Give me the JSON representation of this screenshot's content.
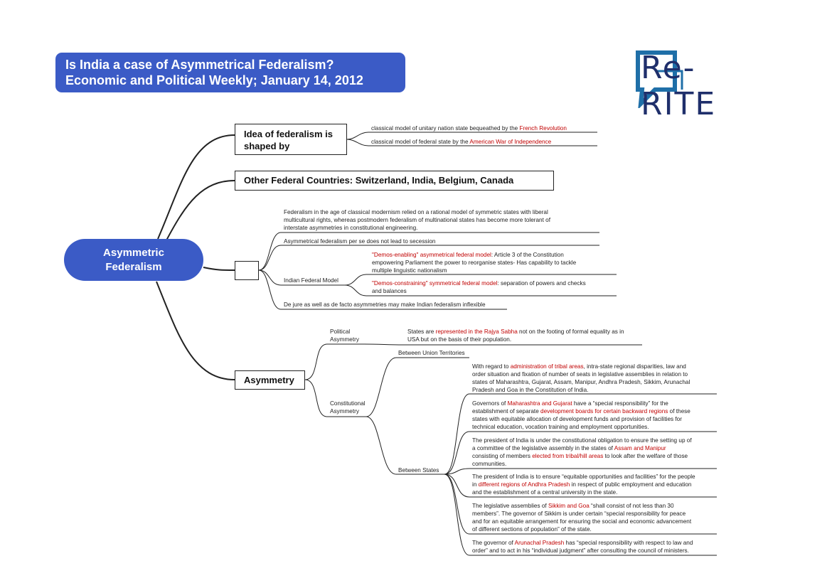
{
  "header": {
    "title_line1": "Is India a case of Asymmetrical Federalism?",
    "title_line2": "Economic and Political Weekly; January 14, 2012"
  },
  "logo": {
    "text": "Re-RITE",
    "color": "#1f2f6b",
    "bubble_color": "#1f6fa8"
  },
  "colors": {
    "accent": "#3b5bc6",
    "highlight": "#c00000"
  },
  "root": {
    "line1": "Asymmetric",
    "line2": "Federalism"
  },
  "branch1": {
    "label_line1": "Idea of federalism is",
    "label_line2": "shaped by",
    "items": [
      {
        "pre": "classical model of unitary nation state bequeathed by the ",
        "red": "French Revolution",
        "post": ""
      },
      {
        "pre": "classical model of federal state by the ",
        "red": "American War of Independence",
        "post": ""
      }
    ]
  },
  "branch2": {
    "label": "Other Federal Countries: Switzerland, India, Belgium, Canada"
  },
  "branch3": {
    "label": "",
    "item1_l1": "Federalism in the age of classical modernism relied on a rational model of symmetric states with liberal",
    "item1_l2": "multicultural rights, whereas postmodern federalism of multinational states has become more tolerant of",
    "item1_l3": "interstate asymmetries in constitutional engineering.",
    "item2": "Asymmetrical federalism per se does not lead to secession",
    "indian_model": "Indian Federal Model",
    "enabling_red": "\"Demos-enabling\" asymmetrical federal model",
    "enabling_l1": ": Article 3 of the Constitution",
    "enabling_l2": "empowering Parliament the power to reorganise states- Has capability to tackle",
    "enabling_l3": "multiple linguistic nationalism",
    "constraining_red": "\"Demos-constraining\" symmetrical federal model",
    "constraining_l1": ": separation of powers and checks",
    "constraining_l2": "and balances",
    "item4": "De jure as well as de facto asymmetries may make Indian federalism inflexible"
  },
  "branch4": {
    "label": "Asymmetry",
    "political": {
      "label_l1": "Political",
      "label_l2": "Asymmetry",
      "pre": "States are ",
      "red": "represented in the Rajya Sabha",
      "post": " not on the footing of formal equality as in",
      "l2": "USA but on the basis of their population."
    },
    "constitutional": {
      "label_l1": "Constitutional",
      "label_l2": "Asymmetry",
      "union_territories": "Between Union Territories",
      "between_states": "Between States"
    },
    "states": {
      "s1_pre": "With regard to ",
      "s1_red": "administration of tribal areas",
      "s1_post": ", intra-state regional disparities, law and",
      "s1_l2": "order situation and fixation of number of seats in legislative assemblies in relation to",
      "s1_l3": "states of Maharashtra, Gujarat, Assam, Manipur, Andhra Pradesh, Sikkim, Arunachal",
      "s1_l4": "Pradesh and Goa in the Constitution of India.",
      "s2_pre": "Governors of ",
      "s2_red": "Maharashtra and Gujarat",
      "s2_post": " have a “special responsibility” for the",
      "s2_l2_pre": "establishment of separate ",
      "s2_l2_red": "development boards for certain backward regions",
      "s2_l2_post": " of these",
      "s2_l3": "states with equitable allocation of development funds and provision of facilities for",
      "s2_l4": "technical education, vocation training and employment opportunities.",
      "s3_l1": "The president of India is under the constitutional obligation to ensure the setting up of",
      "s3_l2_pre": "a committee of the legislative assembly in the states of ",
      "s3_l2_red": "Assam and Manipur",
      "s3_l3_pre": "consisting of members ",
      "s3_l3_red": "elected from tribal/hill areas",
      "s3_l3_post": " to look after the welfare of those",
      "s3_l4": "communities.",
      "s4_l1": "The president of India is to ensure “equitable opportunities and facilities” for the people",
      "s4_l2_pre": "in ",
      "s4_l2_red": "different regions of Andhra Pradesh",
      "s4_l2_post": " in respect of public employment and education",
      "s4_l3": "and the establishment of a central university in the state.",
      "s5_pre": "The legislative assemblies of ",
      "s5_red": "Sikkim and Goa",
      "s5_post": " “shall consist of not less than 30",
      "s5_l2": "members”. The governor of Sikkim is under certain “special responsibility for peace",
      "s5_l3": "and for an equitable arrangement for ensuring the social and economic advancement",
      "s5_l4": "of different sections of population” of the state.",
      "s6_pre": "The governor of ",
      "s6_red": "Arunachal Pradesh",
      "s6_post": " has “special responsibility with respect to law and",
      "s6_l2": "order” and to act in his “individual judgment” after consulting the council of ministers."
    }
  }
}
